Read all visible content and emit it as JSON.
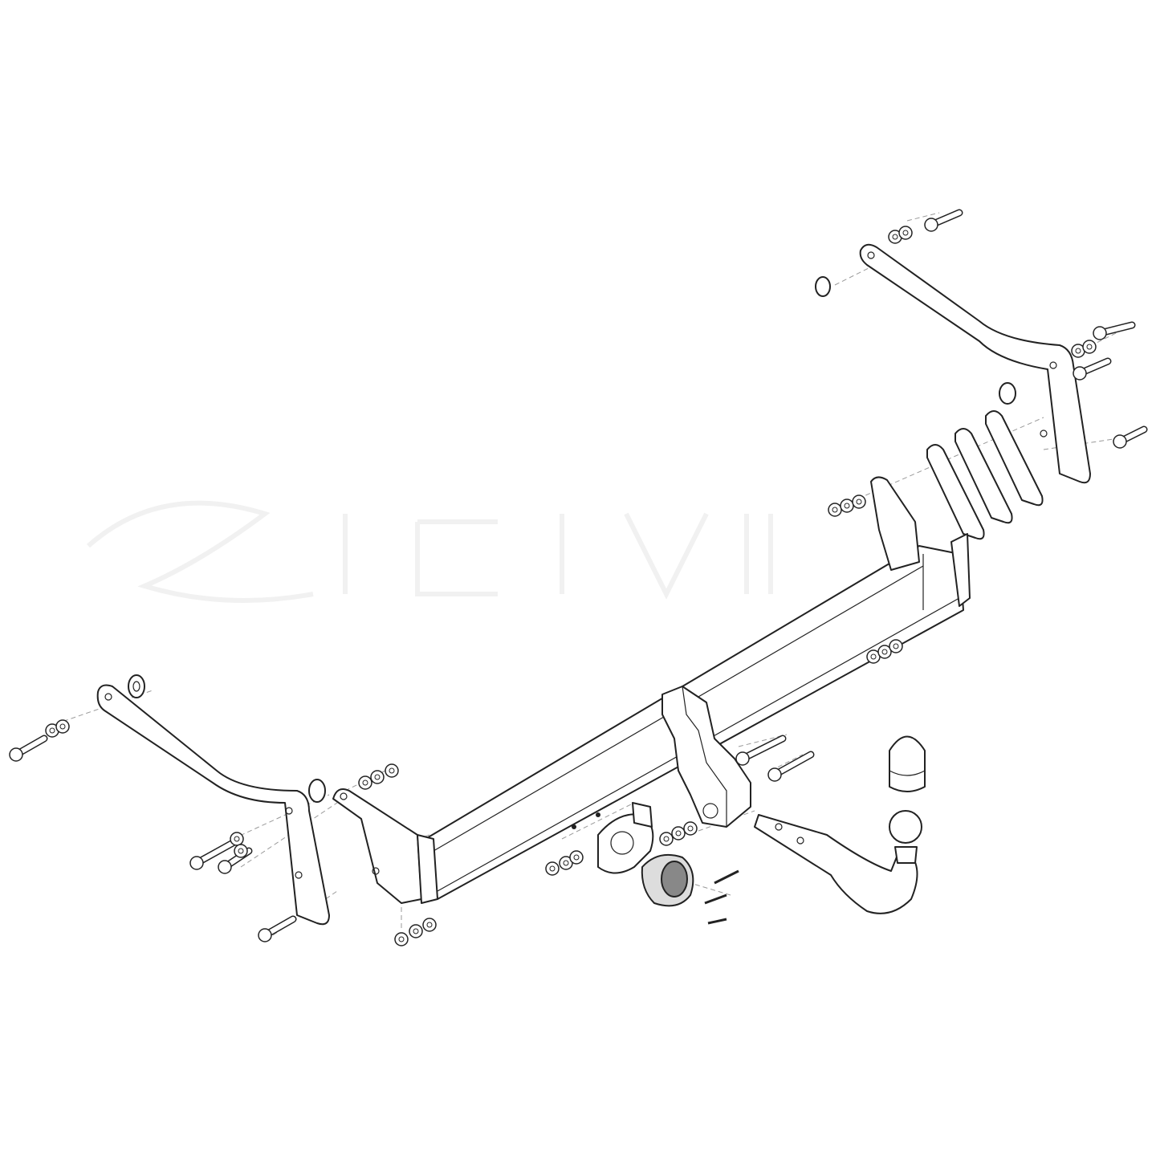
{
  "diagram": {
    "type": "exploded-assembly",
    "colors": {
      "line": "#222222",
      "background": "#ffffff",
      "guide": "#999999",
      "watermark": "#f1f1f1"
    },
    "icons": [
      "crossbar",
      "side-bracket-left",
      "side-bracket-right",
      "shim-plate",
      "center-bracket",
      "tow-ball-neck",
      "tow-ball-cap",
      "electrical-socket",
      "socket-plate",
      "bolt",
      "nut",
      "washer"
    ]
  }
}
